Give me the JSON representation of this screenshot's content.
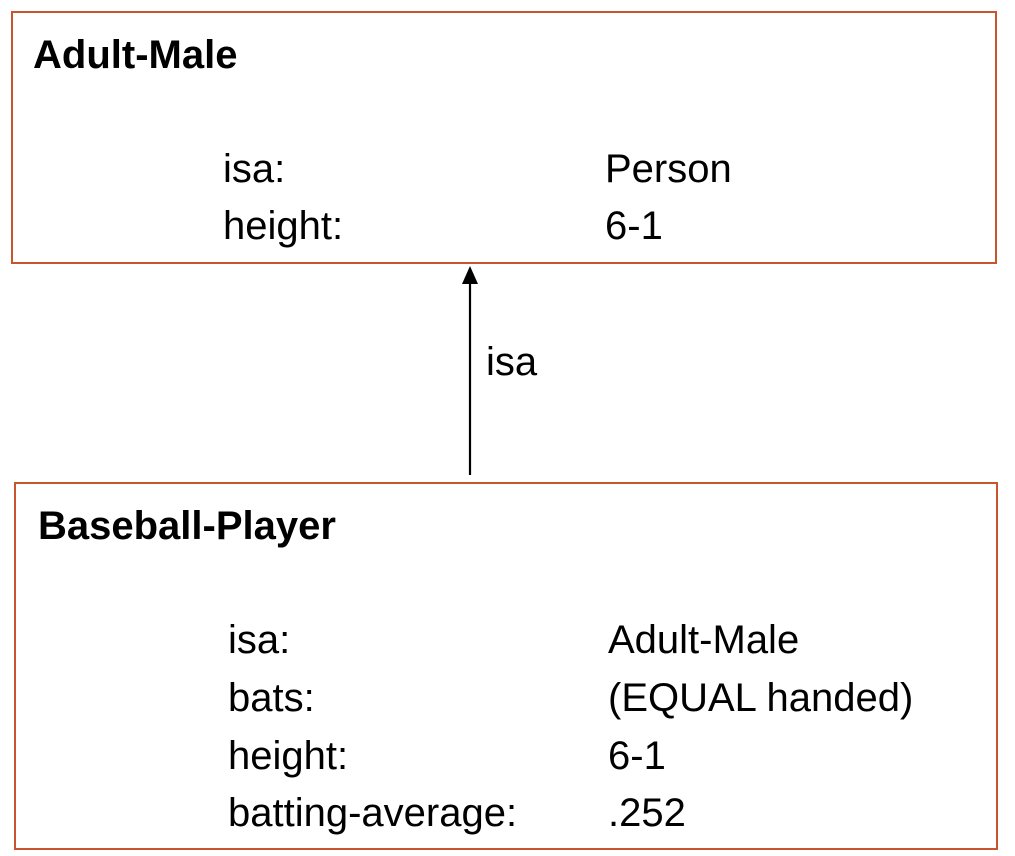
{
  "frames": [
    {
      "title": "Adult-Male",
      "slots": [
        {
          "name": "isa:",
          "value": "Person"
        },
        {
          "name": "height:",
          "value": "6-1"
        }
      ]
    },
    {
      "title": "Baseball-Player",
      "slots": [
        {
          "name": "isa:",
          "value": "Adult-Male"
        },
        {
          "name": "bats:",
          "value": "(EQUAL handed)"
        },
        {
          "name": "height:",
          "value": "6-1"
        },
        {
          "name": "batting-average:",
          "value": ".252"
        }
      ]
    }
  ],
  "link": {
    "label": "isa",
    "from": "Baseball-Player",
    "to": "Adult-Male"
  },
  "colors": {
    "frame_border": "#c8552e",
    "text": "#000000",
    "arrow": "#000000"
  }
}
